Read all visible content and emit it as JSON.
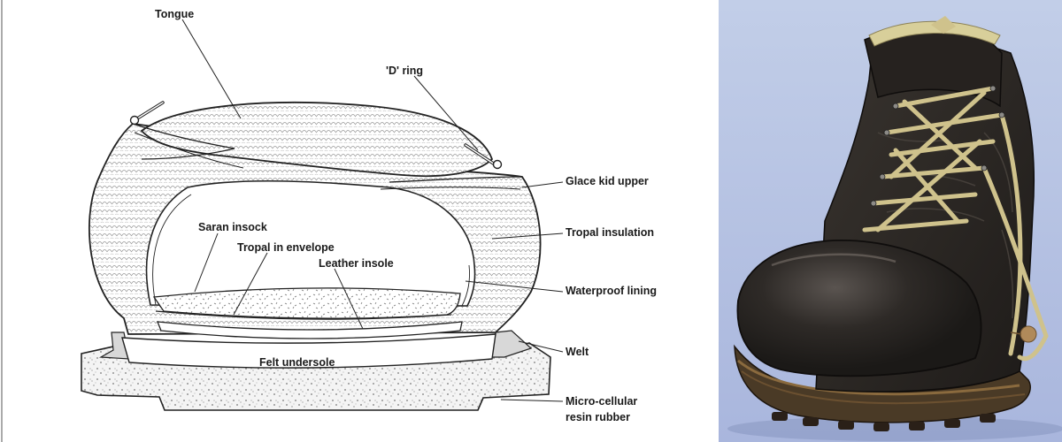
{
  "diagram": {
    "labels": {
      "tongue": "Tongue",
      "d_ring": "'D' ring",
      "glace_kid_upper": "Glace kid upper",
      "tropal_insulation": "Tropal insulation",
      "saran_insock": "Saran insock",
      "tropal_in_envelope": "Tropal in envelope",
      "leather_insole": "Leather insole",
      "waterproof_lining": "Waterproof lining",
      "felt_undersole": "Felt undersole",
      "welt": "Welt",
      "rubber_line1": "Micro-cellular",
      "rubber_line2": "resin rubber"
    }
  },
  "photo": {
    "subject": "leather-boot",
    "colors": {
      "background_top": "#c2cee8",
      "background_bottom": "#a9b6dd",
      "leather": "#2a2622",
      "laces": "#cfc28c",
      "sole": "#4a3a26"
    }
  }
}
